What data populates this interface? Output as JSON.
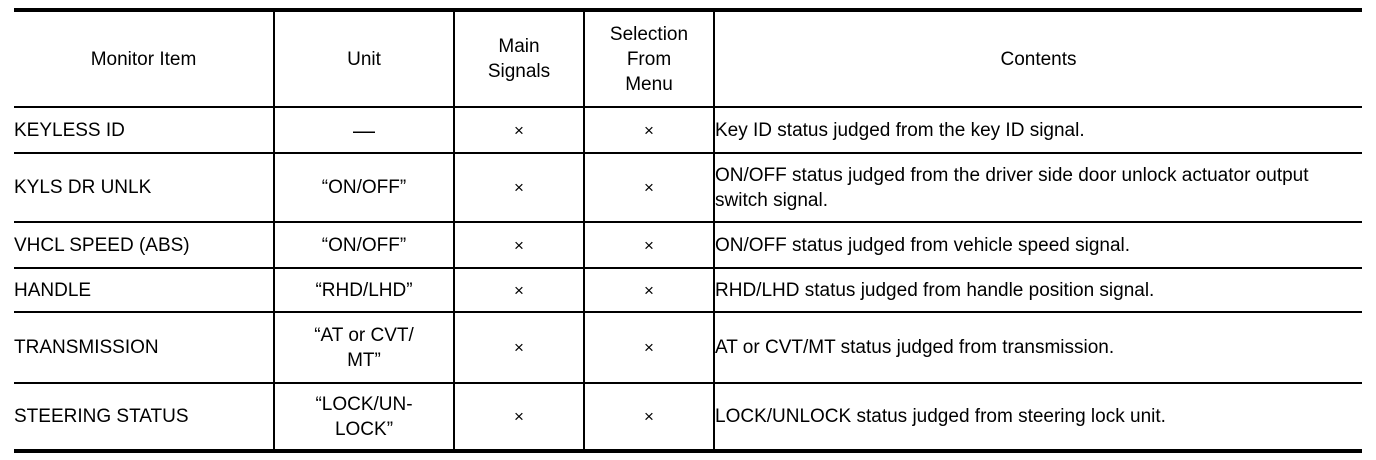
{
  "table": {
    "columns": [
      {
        "key": "monitor_item",
        "label": "Monitor Item"
      },
      {
        "key": "unit",
        "label": "Unit"
      },
      {
        "key": "main_signals",
        "label": "Main\nSignals"
      },
      {
        "key": "selection_from_menu",
        "label": "Selection\nFrom\nMenu"
      },
      {
        "key": "contents",
        "label": "Contents"
      }
    ],
    "headers": {
      "monitor_item": "Monitor Item",
      "unit": "Unit",
      "main_signals_line1": "Main",
      "main_signals_line2": "Signals",
      "selection_line1": "Selection",
      "selection_line2": "From",
      "selection_line3": "Menu",
      "contents": "Contents"
    },
    "marks": {
      "cross": "×",
      "dash": "—"
    },
    "rows": [
      {
        "monitor_item": "KEYLESS ID",
        "unit": "—",
        "main_signals": "×",
        "selection_from_menu": "×",
        "contents": "Key ID status judged from the key ID signal."
      },
      {
        "monitor_item": "KYLS DR UNLK",
        "unit": "“ON/OFF”",
        "main_signals": "×",
        "selection_from_menu": "×",
        "contents": "ON/OFF status judged from the driver side door unlock actuator output switch signal."
      },
      {
        "monitor_item": "VHCL SPEED (ABS)",
        "unit": "“ON/OFF”",
        "main_signals": "×",
        "selection_from_menu": "×",
        "contents": "ON/OFF status judged from vehicle speed signal."
      },
      {
        "monitor_item": "HANDLE",
        "unit": "“RHD/LHD”",
        "main_signals": "×",
        "selection_from_menu": "×",
        "contents": "RHD/LHD status judged from handle position signal."
      },
      {
        "monitor_item": "TRANSMISSION",
        "unit": "“AT or CVT/MT”",
        "unit_line1": "“AT or CVT/",
        "unit_line2": "MT”",
        "main_signals": "×",
        "selection_from_menu": "×",
        "contents": "AT or CVT/MT status judged from transmission."
      },
      {
        "monitor_item": "STEERING STATUS",
        "unit": "“LOCK/UNLOCK”",
        "unit_line1": "“LOCK/UN-",
        "unit_line2": "LOCK”",
        "main_signals": "×",
        "selection_from_menu": "×",
        "contents": "LOCK/UNLOCK status judged from steering lock unit."
      }
    ]
  },
  "style": {
    "text_color": "#000000",
    "background": "#ffffff",
    "rule_color": "#000000"
  }
}
